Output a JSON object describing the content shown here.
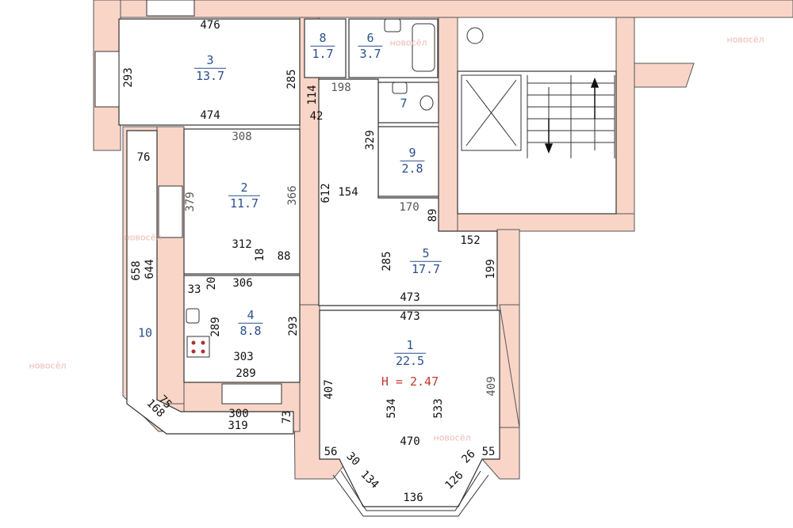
{
  "colors": {
    "wall": "#f9d5c8",
    "line": "#333333",
    "room_label": "#2b4f8c",
    "height_label": "#c0392b"
  },
  "rooms": [
    {
      "number": "1",
      "area": "22.5"
    },
    {
      "number": "2",
      "area": "11.7"
    },
    {
      "number": "3",
      "area": "13.7"
    },
    {
      "number": "4",
      "area": "8.8"
    },
    {
      "number": "5",
      "area": "17.7"
    },
    {
      "number": "6",
      "area": "3.7"
    },
    {
      "number": "7"
    },
    {
      "number": "8",
      "area": "1.7"
    },
    {
      "number": "9",
      "area": "2.8"
    },
    {
      "number": "10"
    }
  ],
  "ceiling_height": "H = 2.47",
  "dimensions": [
    "476",
    "293",
    "285",
    "474",
    "198",
    "114",
    "42",
    "329",
    "308",
    "76",
    "379",
    "366",
    "612",
    "154",
    "170",
    "89",
    "152",
    "312",
    "18",
    "88",
    "285",
    "199",
    "658",
    "644",
    "33",
    "20",
    "306",
    "473",
    "473",
    "289",
    "293",
    "407",
    "409",
    "534",
    "533",
    "303",
    "289",
    "75",
    "168",
    "300",
    "319",
    "73",
    "470",
    "56",
    "55",
    "30",
    "26",
    "134",
    "126",
    "136"
  ],
  "watermark": "новосёл"
}
